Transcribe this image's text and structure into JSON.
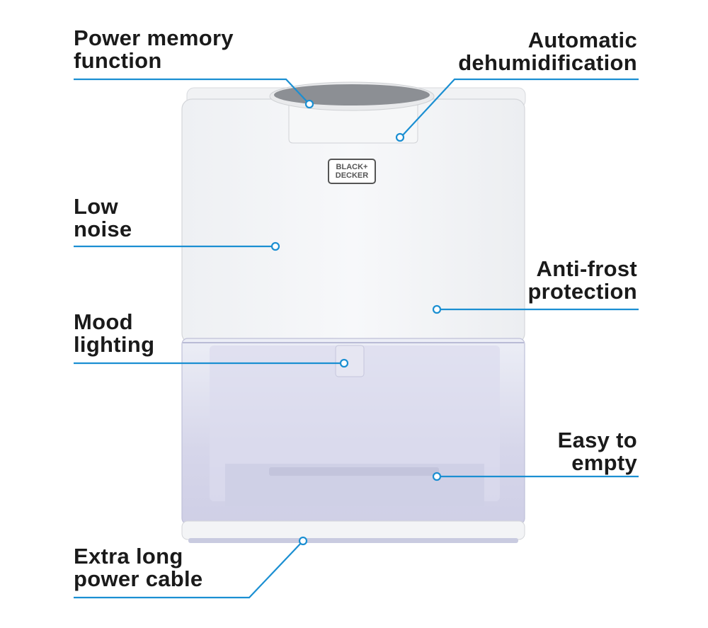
{
  "brand": {
    "line1": "BLACK+",
    "line2": "DECKER"
  },
  "callouts": {
    "power_memory": {
      "line1": "Power memory",
      "line2": "function"
    },
    "automatic": {
      "line1": "Automatic",
      "line2": "dehumidification"
    },
    "low_noise": {
      "line1": "Low",
      "line2": "noise"
    },
    "anti_frost": {
      "line1": "Anti-frost",
      "line2": "protection"
    },
    "mood": {
      "line1": "Mood",
      "line2": "lighting"
    },
    "easy_empty": {
      "line1": "Easy to",
      "line2": "empty"
    },
    "cable": {
      "line1": "Extra long",
      "line2": "power cable"
    }
  },
  "colors": {
    "accent": "#1b8fd2",
    "text": "#1a1a1a",
    "body": "#f3f4f6",
    "tank": "#d9d9ec"
  }
}
